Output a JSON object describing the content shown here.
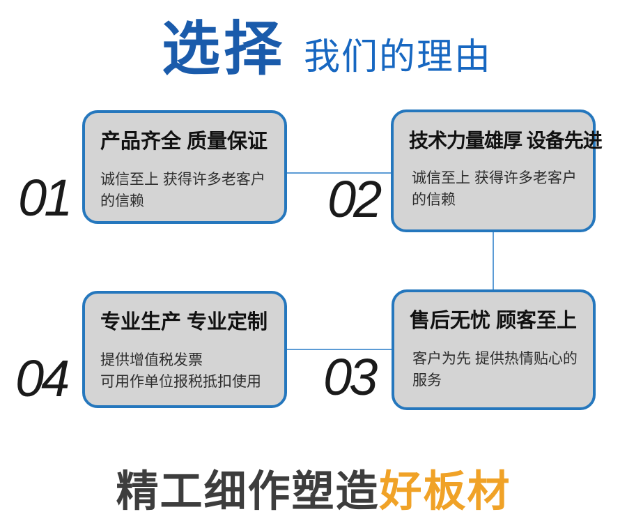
{
  "header": {
    "title_primary": "选择",
    "title_secondary": "我们的理由"
  },
  "reasons": [
    {
      "number": "01",
      "position": "top-left",
      "title": "产品齐全 质量保证",
      "body_line1": "诚信至上 获得许多老客户",
      "body_line2": "的信赖"
    },
    {
      "number": "02",
      "position": "top-right",
      "title": "技术力量雄厚 设备先进",
      "body_line1": "诚信至上 获得许多老客户",
      "body_line2": "的信赖"
    },
    {
      "number": "03",
      "position": "bottom-right",
      "title": "售后无忧 顾客至上",
      "body_line1": "客户为先 提供热情贴心的",
      "body_line2": "服务"
    },
    {
      "number": "04",
      "position": "bottom-left",
      "title": "专业生产 专业定制",
      "body_line1": "提供增值税发票",
      "body_line2": "可用作单位报税抵扣使用"
    }
  ],
  "footer": {
    "tagline_gray": "精工细作塑造",
    "tagline_orange": "好板材"
  },
  "colors": {
    "page_bg": "#ffffff",
    "title_primary_color": "#1a5bab",
    "title_secondary_color": "#1767c1",
    "box_fill": "#d4d4d4",
    "box_border": "#2577bd",
    "connector": "#5b9bd5",
    "number_color": "#1a1a1a",
    "heading_color": "#111111",
    "body_color": "#2e2e2e",
    "tagline_gray": "#3d3d3d",
    "tagline_orange": "#f0a227"
  }
}
